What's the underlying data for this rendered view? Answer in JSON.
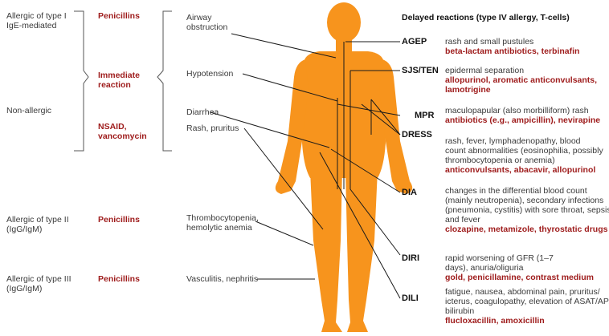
{
  "left": {
    "allergic_type1": [
      "Allergic of type I",
      "IgE-mediated"
    ],
    "non_allergic": "Non-allergic",
    "allergic_type2": [
      "Allergic of type II",
      "(IgG/IgM)"
    ],
    "allergic_type3": [
      "Allergic of type III",
      "(IgG/IgM)"
    ]
  },
  "drugs": {
    "type1": "Penicillins",
    "immediate": [
      "Immediate",
      "reaction"
    ],
    "nsaid": [
      "NSAID,",
      "vancomycin"
    ],
    "type2": "Penicillins",
    "type3": "Penicillins"
  },
  "symptoms": {
    "airway": [
      "Airway",
      "obstruction"
    ],
    "hypotension": "Hypotension",
    "diarrhea": "Diarrhea",
    "rash": "Rash, pruritus",
    "thrombo": [
      "Thrombocytopenia,",
      "hemolytic anemia"
    ],
    "vasculitis": "Vasculitis, nephritis"
  },
  "delayed_header": "Delayed reactions (type IV allergy, T-cells)",
  "reactions": [
    {
      "code": "AGEP",
      "desc": [
        "rash and small pustules"
      ],
      "drugs": [
        "beta-lactam antibiotics, terbinafin"
      ]
    },
    {
      "code": "SJS/TEN",
      "desc": [
        "epidermal separation"
      ],
      "drugs": [
        "allopurinol, aromatic anticonvulsants,",
        "lamotrigine"
      ]
    },
    {
      "code": "MPR",
      "desc": [
        "maculopapular (also morbilliform) rash"
      ],
      "drugs": [
        "antibiotics (e.g., ampicillin), nevirapine"
      ]
    },
    {
      "code": "DRESS",
      "desc": [
        "rash, fever, lymphadenopathy, blood",
        "count abnormalities (eosinophilia, possibly",
        "thrombocytopenia or anemia)"
      ],
      "drugs": [
        "anticonvulsants, abacavir, allopurinol"
      ]
    },
    {
      "code": "DIA",
      "desc": [
        "changes in the differential blood count",
        "(mainly neutropenia), secondary infections",
        "(pneumonia, cystitis) with sore throat, sepsis,",
        "and fever"
      ],
      "drugs": [
        "clozapine, metamizole, thyrostatic drugs"
      ]
    },
    {
      "code": "DIRI",
      "desc": [
        "rapid worsening of GFR (1–7",
        "days), anuria/oliguria"
      ],
      "drugs": [
        "gold, penicillamine, contrast medium"
      ]
    },
    {
      "code": "DILI",
      "desc": [
        "fatigue, nausea, abdominal pain, pruritus/",
        "icterus, coagulopathy, elevation of ASAT/AP/",
        "bilirubin"
      ],
      "drugs": [
        "flucloxacillin, amoxicillin"
      ]
    }
  ],
  "colors": {
    "body": "#f7941d",
    "drug_red": "#9e1b1b",
    "line": "#1a1a1a"
  }
}
